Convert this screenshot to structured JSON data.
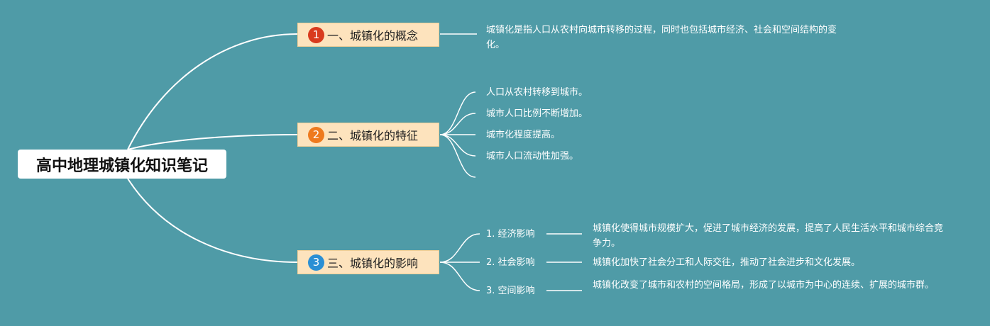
{
  "root": {
    "title": "高中地理城镇化知识笔记"
  },
  "branches": [
    {
      "badge": "1",
      "badge_color": "#d93a1d",
      "label": "一、城镇化的概念",
      "text": "城镇化是指人口从农村向城市转移的过程，同时也包括城市经济、社会和空间结构的变化。"
    },
    {
      "badge": "2",
      "badge_color": "#ee7a1e",
      "label": "二、城镇化的特征",
      "items": [
        "人口从农村转移到城市。",
        "城市人口比例不断增加。",
        "城市化程度提高。",
        "城市人口流动性加强。"
      ]
    },
    {
      "badge": "3",
      "badge_color": "#2b8fd4",
      "label": "三、城镇化的影响",
      "items": [
        {
          "label": "1. 经济影响",
          "text": "城镇化使得城市规模扩大，促进了城市经济的发展，提高了人民生活水平和城市综合竞争力。"
        },
        {
          "label": "2. 社会影响",
          "text": "城镇化加快了社会分工和人际交往，推动了社会进步和文化发展。"
        },
        {
          "label": "3. 空间影响",
          "text": "城镇化改变了城市和农村的空间格局，形成了以城市为中心的连续、扩展的城市群。"
        }
      ]
    }
  ]
}
